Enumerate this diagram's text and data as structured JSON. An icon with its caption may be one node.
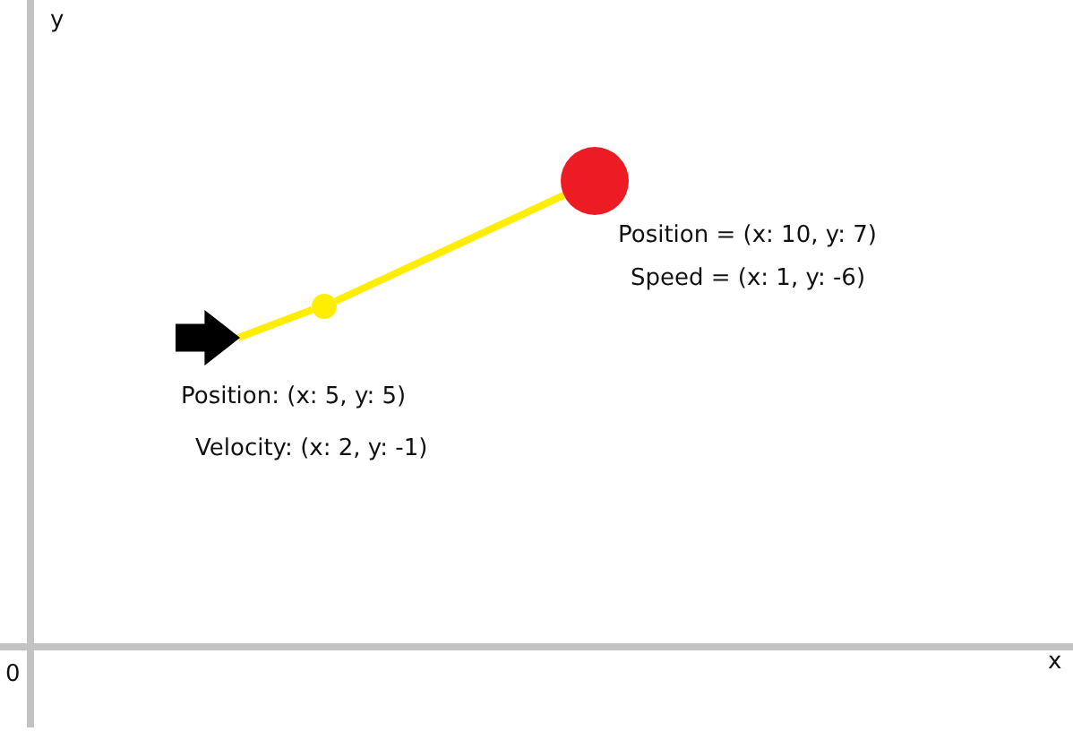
{
  "diagram": {
    "nodes": [
      {
        "text": [],
        "shape": "arrow",
        "beside": [
          "Position: (x: 5, y: 5)",
          "Velocity: (x: 2, y: -1)"
        ]
      },
      {
        "text": [],
        "shape": "circle"
      },
      {
        "text": [],
        "shape": "circle",
        "beside": [
          "Position = (x: 10, y: 7)",
          "Speed = (x: 1, y: -6)"
        ]
      }
    ],
    "edges": [
      {
        "from": 0,
        "to": 1,
        "arrow": "none",
        "color": "#ffee00"
      },
      {
        "from": 1,
        "to": 2,
        "arrow": "none",
        "color": "#ffee00"
      }
    ],
    "labels": [
      "y",
      "0",
      "x"
    ]
  }
}
